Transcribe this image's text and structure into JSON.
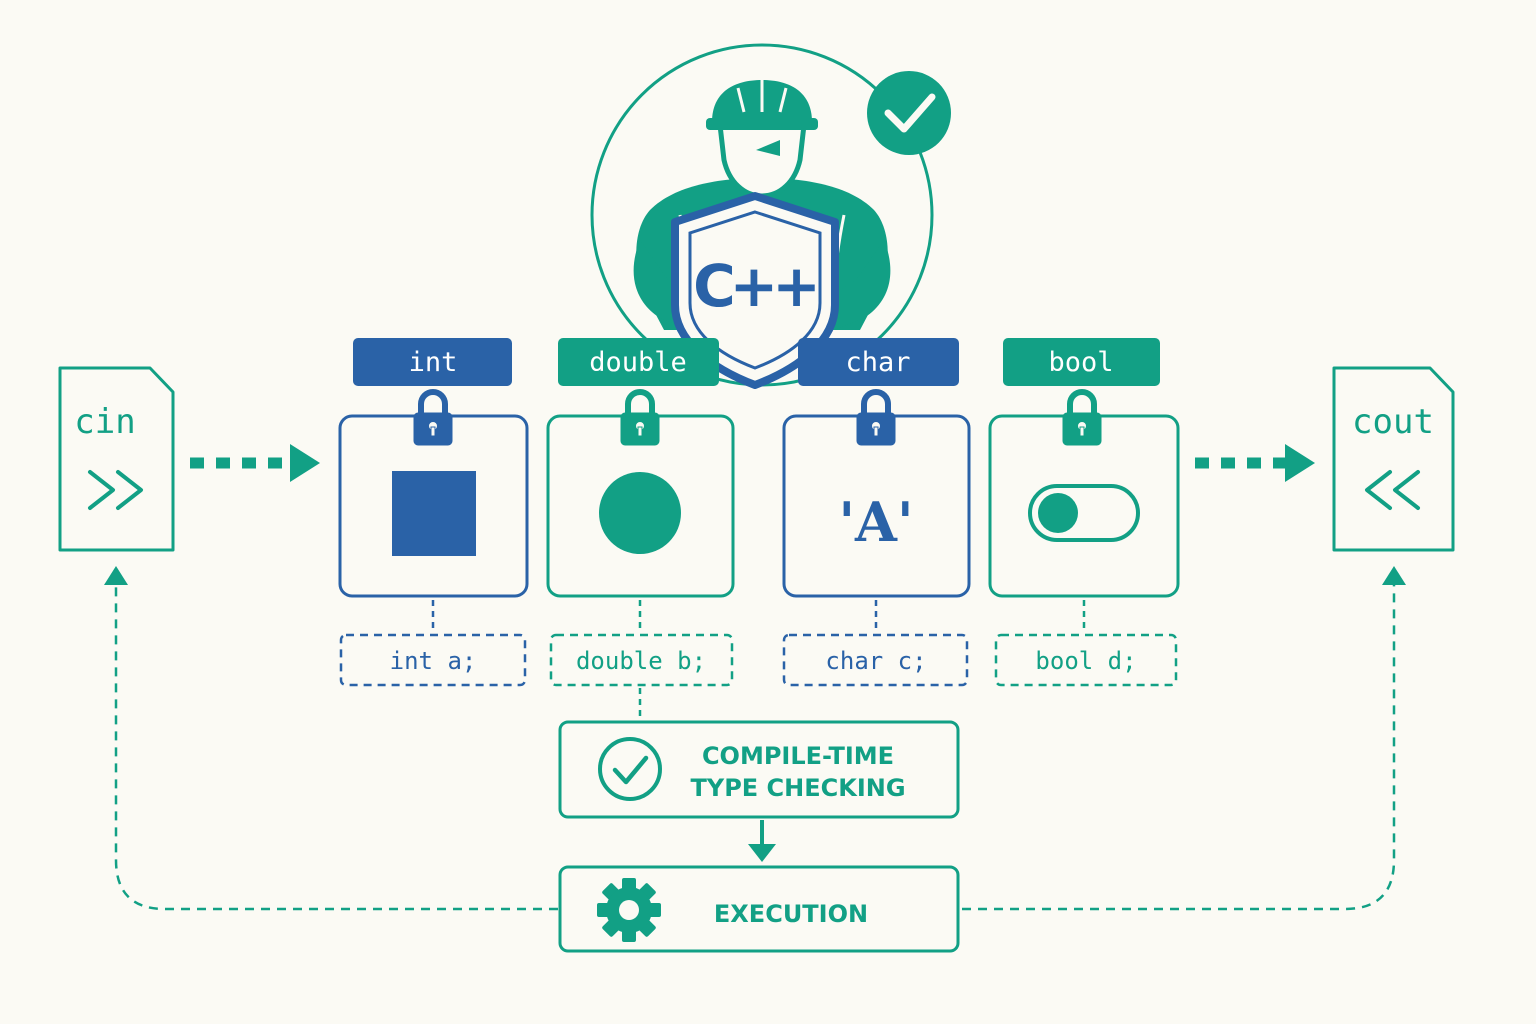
{
  "colors": {
    "teal": "#12a085",
    "blue": "#2a62a7",
    "background": "#fbfaf4"
  },
  "io": {
    "input": {
      "label": "cin",
      "operator": ">>"
    },
    "output": {
      "label": "cout",
      "operator": "<<"
    }
  },
  "mascot": {
    "badge_text": "C++",
    "check_icon": "check-circle-icon"
  },
  "types": [
    {
      "tag": "int",
      "declaration": "int a;",
      "icon": "square-icon",
      "color": "blue"
    },
    {
      "tag": "double",
      "declaration": "double b;",
      "icon": "circle-icon",
      "color": "teal"
    },
    {
      "tag": "char",
      "declaration": "char c;",
      "icon": "char-literal-icon",
      "value": "'A'",
      "color": "blue"
    },
    {
      "tag": "bool",
      "declaration": "bool d;",
      "icon": "toggle-icon",
      "color": "teal"
    }
  ],
  "compile_check": {
    "line1": "COMPILE-TIME",
    "line2": "TYPE CHECKING",
    "icon": "check-circle-icon"
  },
  "execution": {
    "label": "EXECUTION",
    "icon": "gear-icon"
  }
}
